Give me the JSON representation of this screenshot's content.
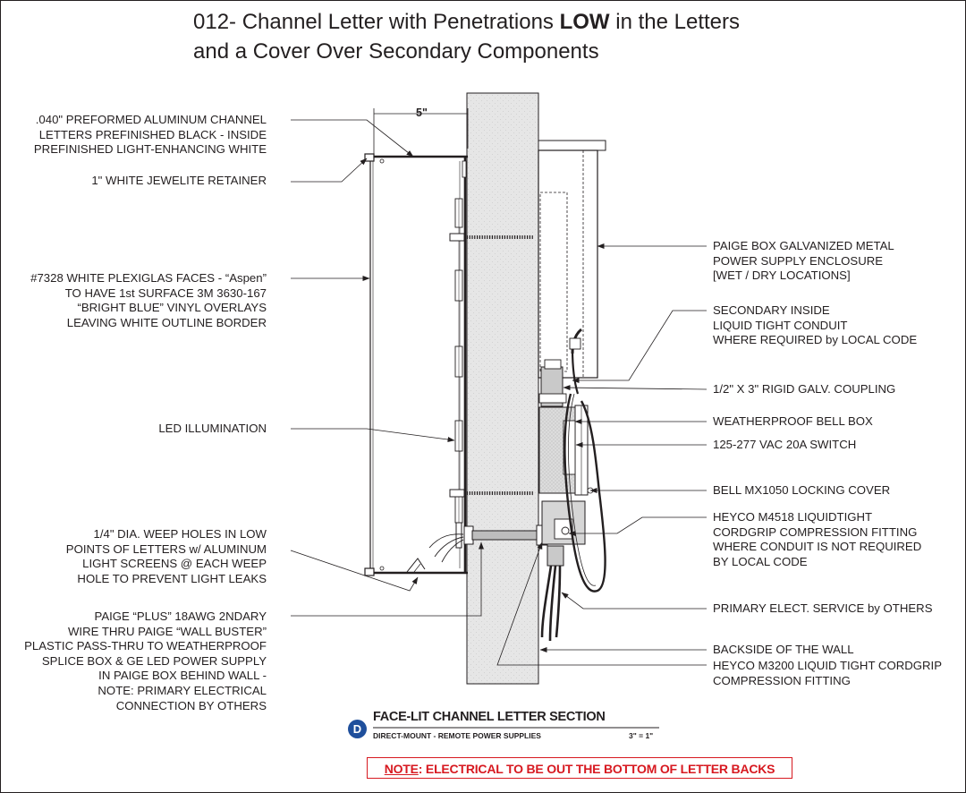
{
  "title": {
    "line1_pre": "012- Channel Letter with Penetrations ",
    "line1_bold": "LOW",
    "line1_post": " in the Letters",
    "line2": "and a Cover Over Secondary Components"
  },
  "dimension": "5\"",
  "left_labels": {
    "aluminum_channel": [
      ".040\" PREFORMED ALUMINUM CHANNEL",
      "LETTERS PREFINISHED BLACK - INSIDE",
      "PREFINISHED LIGHT-ENHANCING WHITE"
    ],
    "jewelite": [
      "1\" WHITE JEWELITE RETAINER"
    ],
    "plexiglas": [
      "#7328 WHITE PLEXIGLAS FACES - “Aspen”",
      "TO HAVE 1st SURFACE 3M 3630-167",
      "“BRIGHT BLUE” VINYL OVERLAYS",
      "LEAVING WHITE OUTLINE BORDER"
    ],
    "led": [
      "LED ILLUMINATION"
    ],
    "weep_holes": [
      "1/4\" DIA. WEEP HOLES IN LOW",
      "POINTS OF LETTERS w/ ALUMINUM",
      "LIGHT SCREENS @ EACH WEEP",
      "HOLE TO PREVENT LIGHT LEAKS"
    ],
    "paige_plus": [
      "PAIGE “PLUS” 18AWG 2NDARY",
      "WIRE THRU PAIGE “WALL BUSTER”",
      "PLASTIC PASS-THRU TO WEATHERPROOF",
      "SPLICE BOX & GE LED POWER SUPPLY",
      "IN PAIGE BOX BEHIND WALL -",
      "NOTE: PRIMARY ELECTRICAL",
      "CONNECTION BY OTHERS"
    ]
  },
  "right_labels": {
    "paige_box": [
      "PAIGE BOX GALVANIZED METAL",
      "POWER SUPPLY ENCLOSURE",
      "[WET / DRY LOCATIONS]"
    ],
    "secondary_conduit": [
      "SECONDARY INSIDE",
      "LIQUID TIGHT CONDUIT",
      "WHERE REQUIRED by LOCAL CODE"
    ],
    "coupling": [
      "1/2\" X 3\" RIGID GALV. COUPLING"
    ],
    "bell_box": [
      "WEATHERPROOF BELL BOX"
    ],
    "switch": [
      "125-277 VAC 20A SWITCH"
    ],
    "bell_cover": [
      "BELL MX1050 LOCKING COVER"
    ],
    "heyco_m4518": [
      "HEYCO M4518 LIQUIDTIGHT",
      "CORDGRIP COMPRESSION FITTING",
      "WHERE CONDUIT IS NOT REQUIRED",
      "BY LOCAL CODE"
    ],
    "primary_service": [
      "PRIMARY ELECT. SERVICE by OTHERS"
    ],
    "backside_wall": [
      "BACKSIDE OF THE WALL"
    ],
    "heyco_m3200": [
      "HEYCO M3200 LIQUID TIGHT CORDGRIP",
      "COMPRESSION FITTING"
    ]
  },
  "section": {
    "badge": "D",
    "title": "FACE-LIT CHANNEL LETTER SECTION",
    "subtitle": "DIRECT-MOUNT - REMOTE POWER SUPPLIES",
    "scale": "3\" = 1\""
  },
  "note": {
    "prefix": "NOTE",
    "text": ": ELECTRICAL TO BE OUT THE BOTTOM OF LETTER BACKS"
  },
  "colors": {
    "line": "#231f20",
    "wall": "#e6e6e6",
    "badge": "#1f4f9c",
    "note": "#d71920"
  }
}
